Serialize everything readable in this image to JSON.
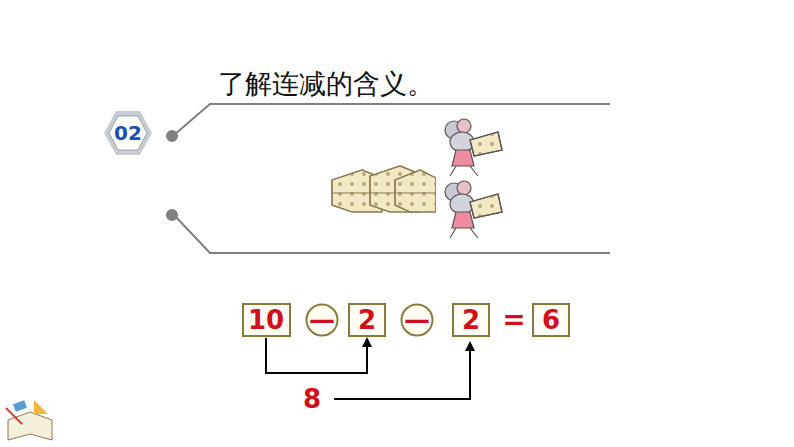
{
  "diagram": {
    "title": "了解连减的含义。",
    "nodes": [
      {
        "text": [
          "02"
        ]
      },
      {
        "text": [
          "10"
        ]
      },
      {
        "text": [
          "—"
        ]
      },
      {
        "text": [
          "2"
        ]
      },
      {
        "text": [
          "—"
        ]
      },
      {
        "text": [
          "2"
        ]
      },
      {
        "text": [
          "6"
        ]
      }
    ],
    "edges": [
      {
        "from": 1,
        "to": 3,
        "arrow": "to"
      }
    ],
    "labels": [
      "=",
      "8"
    ]
  }
}
